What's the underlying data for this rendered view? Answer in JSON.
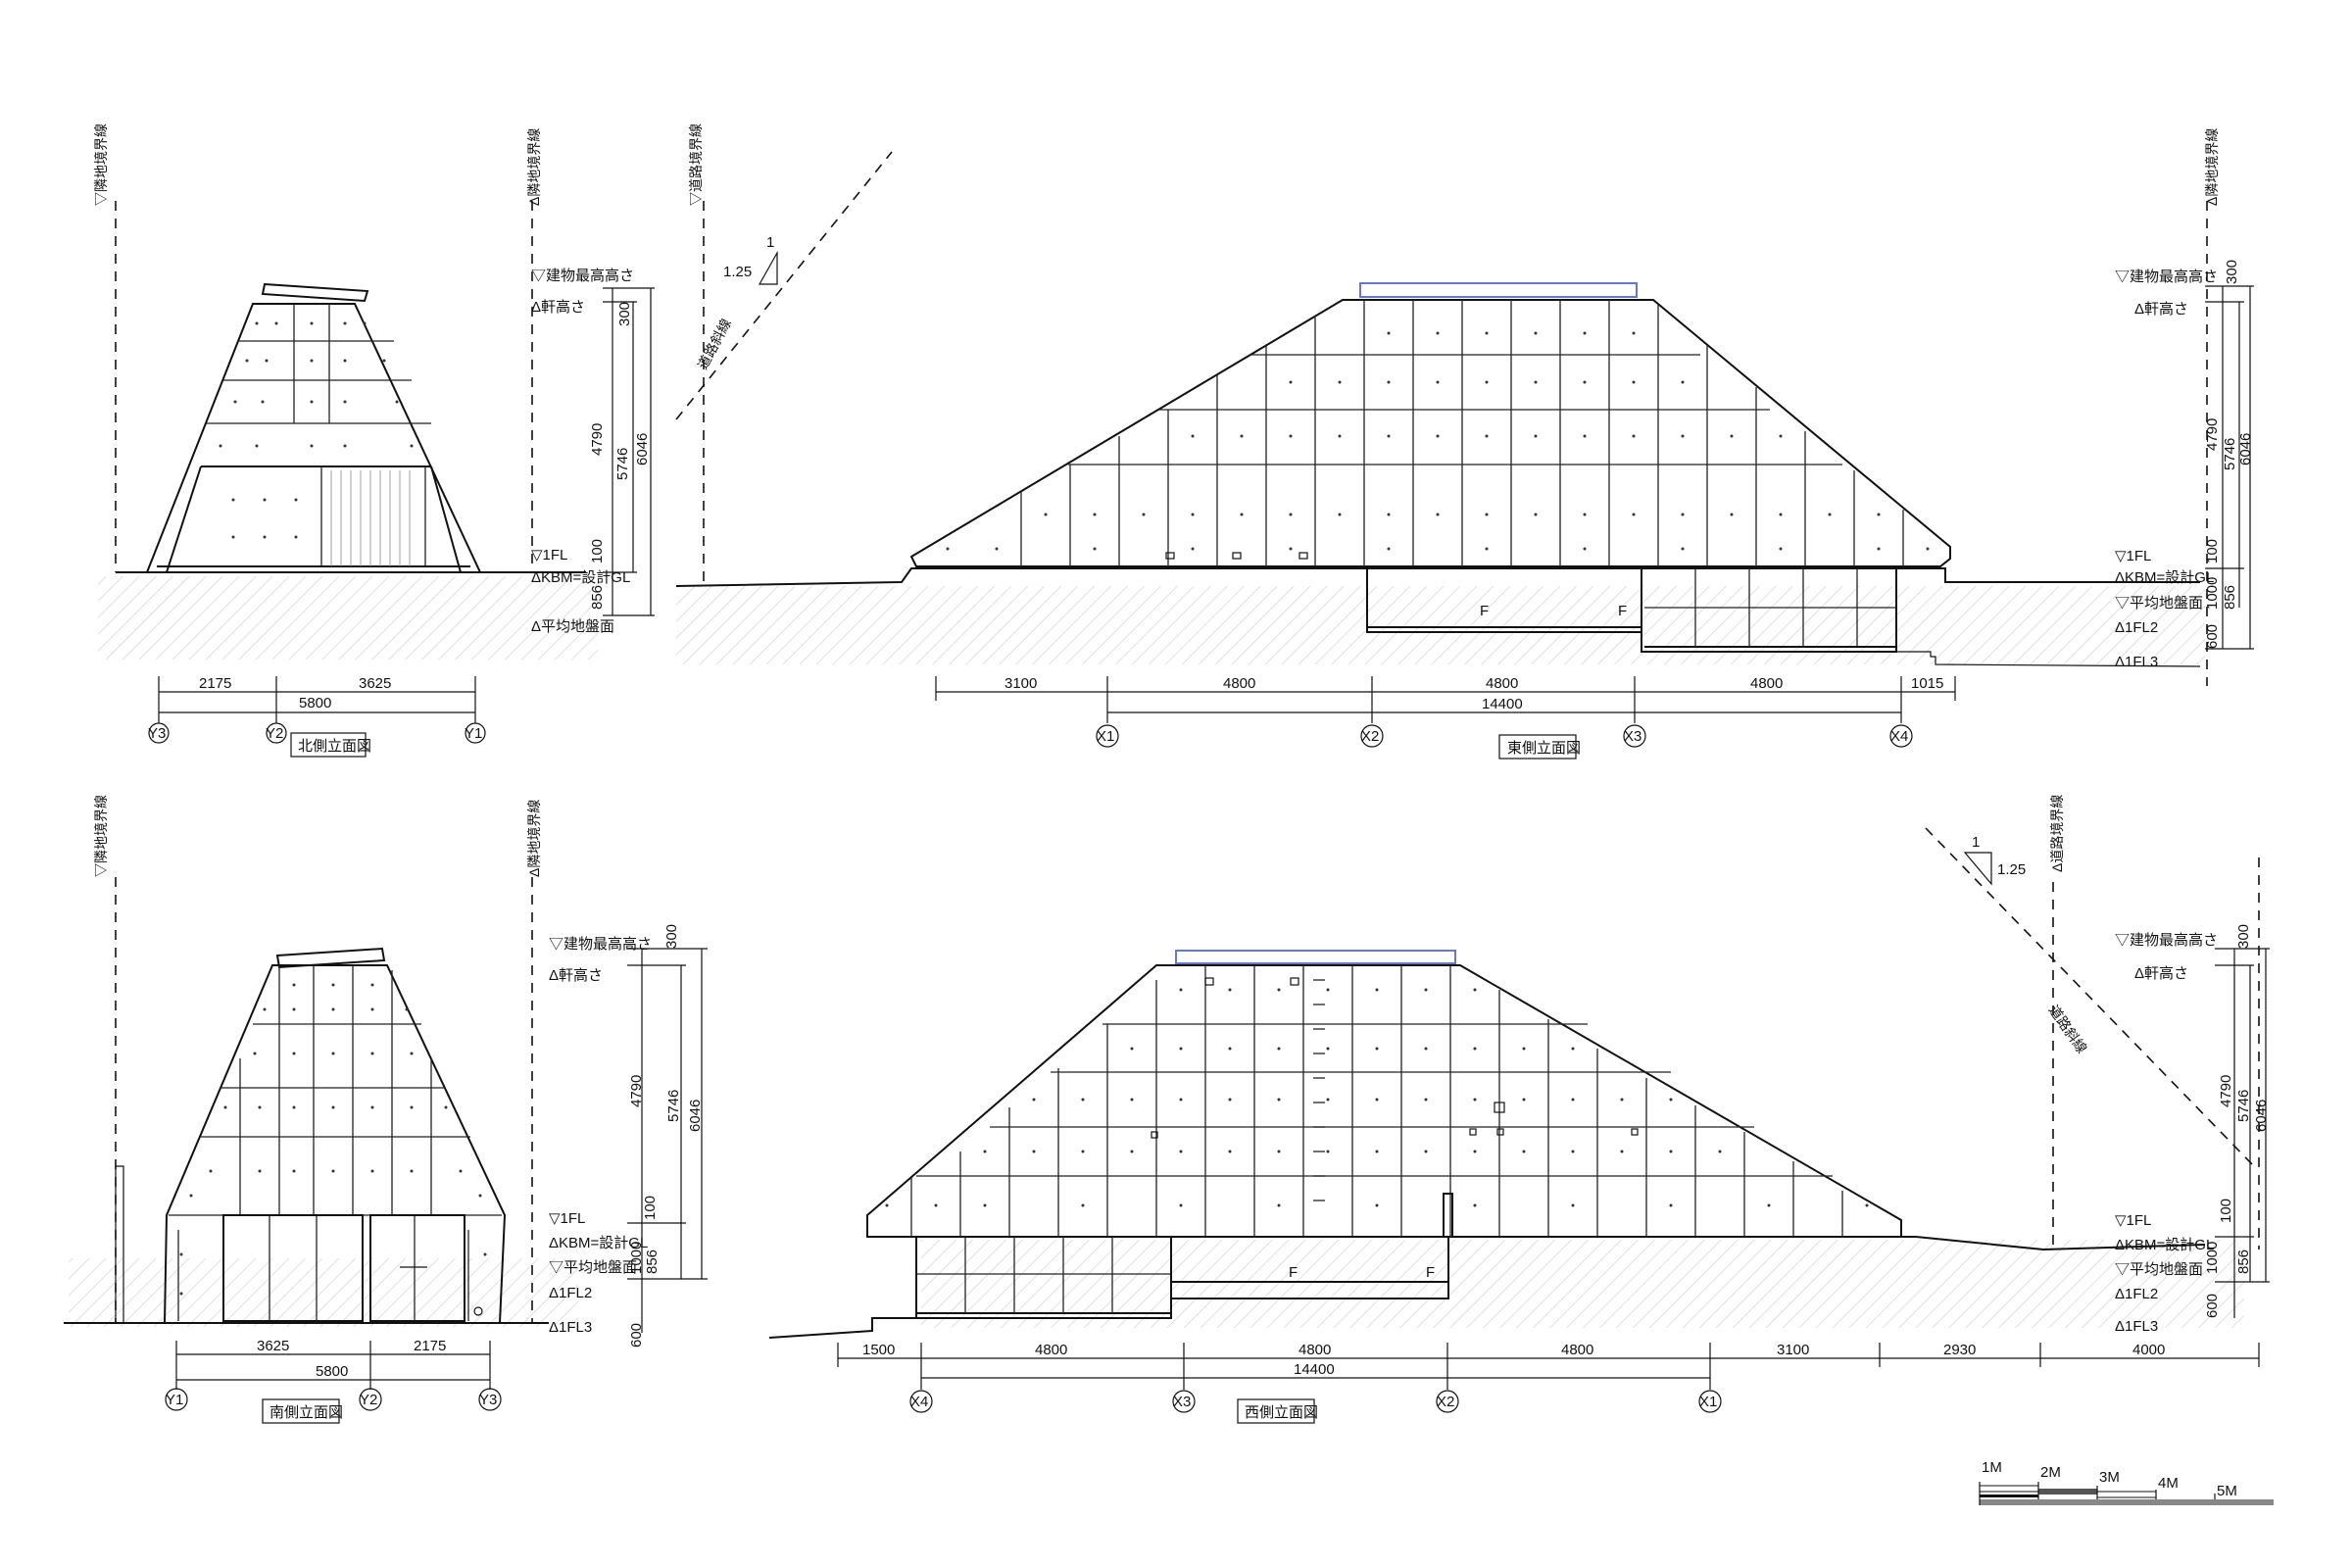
{
  "boundary": {
    "adjacent": "▽隣地境界線",
    "adjacent_delta": "Δ隣地境界線",
    "road": "▽道路境界線",
    "road_delta": "Δ道路境界線",
    "road_slope": "道路斜線"
  },
  "levels": {
    "max_height": "▽建物最高高さ",
    "eaves": "Δ軒高さ",
    "fl1": "▽1FL",
    "kbm": "ΔKBM=設計GL",
    "avg_ground": "Δ平均地盤面",
    "avg_ground_inv": "▽平均地盤面",
    "fl2": "Δ1FL2",
    "fl3": "Δ1FL3"
  },
  "slope": {
    "one": "1",
    "ratio": "1.25"
  },
  "vdims": {
    "d300": "300",
    "d4790": "4790",
    "d5746": "5746",
    "d6046": "6046",
    "d100": "100",
    "d856": "856",
    "d1000": "1000",
    "d600": "600"
  },
  "north": {
    "title": "北側立面図",
    "dims": [
      "2175",
      "3625"
    ],
    "total": "5800",
    "axes": [
      "Y3",
      "Y2",
      "Y1"
    ]
  },
  "south": {
    "title": "南側立面図",
    "dims": [
      "3625",
      "2175"
    ],
    "total": "5800",
    "axes": [
      "Y1",
      "Y2",
      "Y3"
    ]
  },
  "east": {
    "title": "東側立面図",
    "dims": [
      "3100",
      "4800",
      "4800",
      "4800",
      "1015"
    ],
    "total": "14400",
    "axes": [
      "X1",
      "X2",
      "X3",
      "X4"
    ],
    "door": "F"
  },
  "west": {
    "title": "西側立面図",
    "dims": [
      "1500",
      "4800",
      "4800",
      "4800",
      "3100",
      "2930",
      "4000"
    ],
    "total": "14400",
    "axes": [
      "X4",
      "X3",
      "X2",
      "X1"
    ],
    "door": "F"
  },
  "scale": [
    "1M",
    "2M",
    "3M",
    "4M",
    "5M"
  ]
}
